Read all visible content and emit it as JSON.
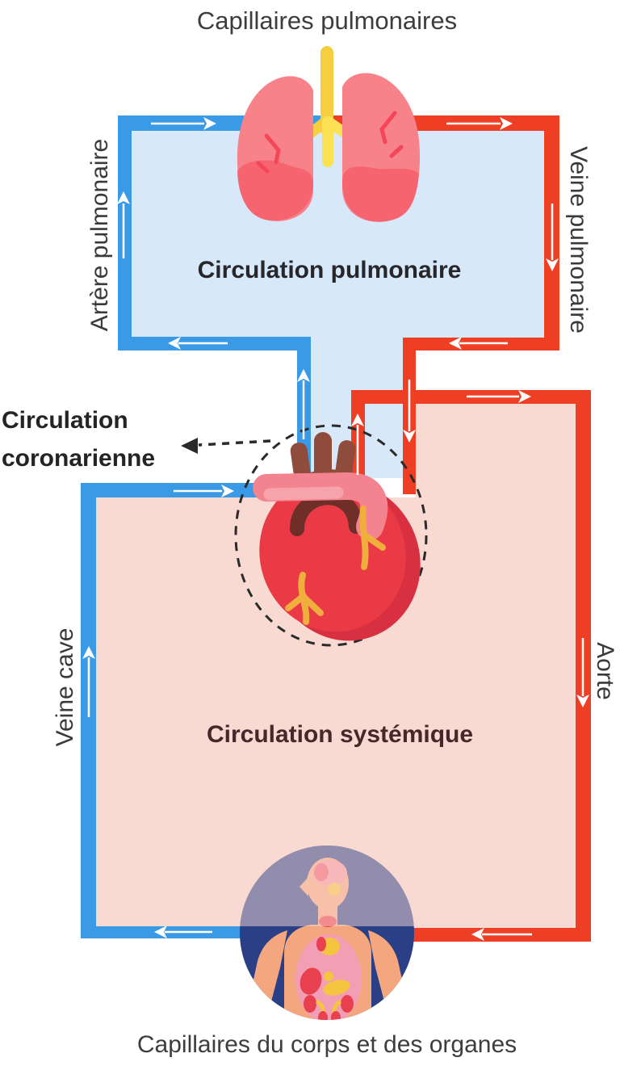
{
  "diagram": {
    "top_caption": "Capillaires pulmonaires",
    "bottom_caption": "Capillaires du corps et des organes",
    "regions": {
      "pulmonary": {
        "title": "Circulation pulmonaire"
      },
      "systemic": {
        "title": "Circulation systémique"
      },
      "coronary": {
        "label_line1": "Circulation",
        "label_line2": "coronarienne"
      }
    },
    "vessels": {
      "pulmonary_artery": "Artère pulmonaire",
      "pulmonary_vein": "Veine pulmonaire",
      "vena_cava": "Veine cave",
      "aorta": "Aorte"
    }
  },
  "icons": {
    "lungs": "lungs-icon",
    "heart": "heart-icon",
    "body_organs": "body-organs-icon",
    "flow_arrows": "flow-arrow-icon",
    "coronary_pointer": "dashed-arrow-icon"
  },
  "colors": {
    "blue_pipe": "#3B9AE5",
    "red_pipe": "#EE3E23",
    "pulmonary_fill": "#D7E8F8",
    "systemic_fill": "#F9DAD3",
    "arrow_white": "#FFFFFF",
    "caption_text": "#3D3D3D",
    "pulmonary_title_text": "#26262B",
    "systemic_title_text": "#46282A",
    "heart_red": "#E93A45",
    "aorta_brown": "#8F4C3C",
    "pulmonary_trunk_pink": "#F2838F",
    "coronary_yellow": "#F0AE3C",
    "lung_pink": "#F8828A",
    "trachea_yellow": "#F8CE41",
    "body_navy": "#2B3F87",
    "body_skin": "#F4A77F"
  }
}
